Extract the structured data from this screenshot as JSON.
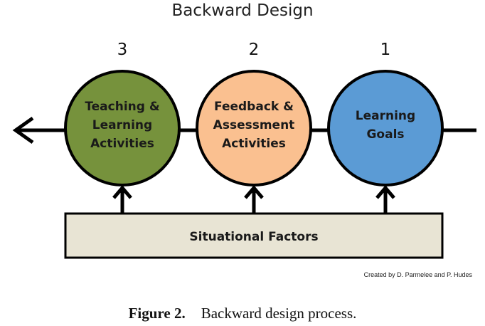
{
  "diagram": {
    "title": "Backward Design",
    "steps": [
      {
        "number": "3",
        "lines": [
          "Teaching &",
          "Learning",
          "Activities"
        ],
        "fill": "#76923c"
      },
      {
        "number": "2",
        "lines": [
          "Feedback &",
          "Assessment",
          "Activities"
        ],
        "fill": "#fac090"
      },
      {
        "number": "1",
        "lines": [
          "Learning",
          "Goals"
        ],
        "fill": "#5b9bd5"
      }
    ],
    "base_box": "Situational Factors",
    "base_fill": "#e8e4d4",
    "credit": "Created by  D. Parmelee and P. Hudes"
  },
  "caption": {
    "label": "Figure 2.",
    "text": "Backward design process."
  }
}
